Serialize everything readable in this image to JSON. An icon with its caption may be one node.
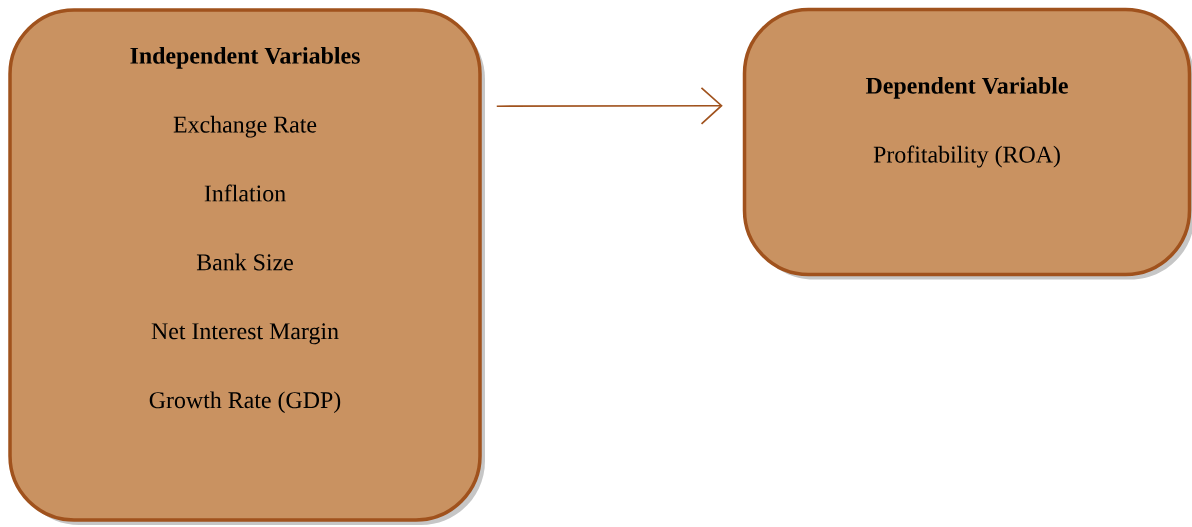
{
  "diagram": {
    "nodes": [
      {
        "text": [
          "Independent Variables",
          "Exchange Rate",
          "Inflation",
          "Bank Size",
          "Net Interest Margin",
          "Growth Rate (GDP)"
        ]
      },
      {
        "text": [
          "Dependent Variable",
          "Profitability (ROA)"
        ]
      }
    ],
    "edges": [
      {
        "from": 0,
        "to": 1,
        "arrow": "to"
      }
    ]
  }
}
